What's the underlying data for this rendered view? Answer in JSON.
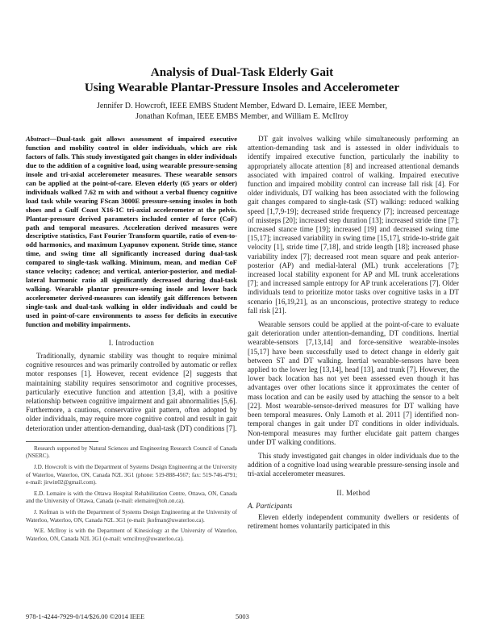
{
  "paper": {
    "title_line1": "Analysis of Dual-Task Elderly Gait",
    "title_line2": "Using Wearable Plantar-Pressure Insoles and Accelerometer",
    "authors_line1": "Jennifer D. Howcroft, IEEE EMBS Student Member, Edward D. Lemaire, IEEE Member,",
    "authors_line2": "Jonathan Kofman, IEEE EMBS Member, and William E. McIlroy"
  },
  "abstract": {
    "lead": "Abstract",
    "text": "—Dual-task gait allows assessment of impaired executive function and mobility control in older individuals, which are risk factors of falls. This study investigated gait changes in older individuals due to the addition of a cognitive load, using wearable pressure-sensing insole and tri-axial accelerometer measures. These wearable sensors can be applied at the point-of-care. Eleven elderly (65 years or older) individuals walked 7.62 m with and without a verbal fluency cognitive load task while wearing FScan 3000E pressure-sensing insoles in both shoes and a Gulf Coast X16-1C tri-axial accelerometer at the pelvis. Plantar-pressure derived parameters included center of force (CoF) path and temporal measures. Acceleration derived measures were descriptive statistics, Fast Fourier Transform quartile, ratio of even-to-odd harmonics, and maximum Lyapunov exponent. Stride time, stance time, and swing time all significantly increased during dual-task compared to single-task walking. Minimum, mean, and median CoF stance velocity; cadence; and vertical, anterior-posterior, and medial-lateral harmonic ratio all significantly decreased during dual-task walking. Wearable plantar pressure-sensing insole and lower back accelerometer derived-measures can identify gait differences between single-task and dual-task walking in older individuals and could be used in point-of-care environments to assess for deficits in executive function and mobility impairments."
  },
  "sections": {
    "intro_heading": "I. Introduction",
    "intro_p1": "Traditionally, dynamic stability was thought to require minimal cognitive resources and was primarily controlled by automatic or reflex motor responses [1]. However, recent evidence [2] suggests that maintaining stability requires sensorimotor and cognitive processes, particularly executive function and attention [3,4], with a positive relationship between cognitive impairment and gait abnormalities [5,6]. Furthermore, a cautious, conservative gait pattern, often adopted by older individuals, may require more cognitive control and result in gait deterioration under attention-demanding, dual-task (DT) conditions [7].",
    "right_p1": "DT gait involves walking while simultaneously performing an attention-demanding task and is assessed in older individuals to identify impaired executive function, particularly the inability to appropriately allocate attention [8] and increased attentional demands associated with impaired control of walking. Impaired executive function and impaired mobility control can increase fall risk [4]. For older individuals, DT walking has been associated with the following gait changes compared to single-task (ST) walking: reduced walking speed [1,7,9-19]; decreased stride frequency [7]; increased percentage of missteps [20]; increased step duration [13]; increased stride time [7]; increased stance time [19]; increased [19] and decreased swing time [15,17]; increased variability in swing time [15,17], stride-to-stride gait velocity [1], stride time [7,18], and stride length [18]; increased phase variability index [7]; decreased root mean square and peak anterior-posterior (AP) and medial-lateral (ML) trunk accelerations [7]; increased local stability exponent for AP and ML trunk accelerations [7]; and increased sample entropy for AP trunk accelerations [7]. Older individuals tend to prioritize motor tasks over cognitive tasks in a DT scenario [16,19,21], as an unconscious, protective strategy to reduce fall risk [21].",
    "right_p2": "Wearable sensors could be applied at the point-of-care to evaluate gait deterioration under attention-demanding, DT conditions. Inertial wearable-sensors [7,13,14] and force-sensitive wearable-insoles [15,17] have been successfully used to detect change in elderly gait between ST and DT walking. Inertial wearable-sensors have been applied to the lower leg [13,14], head [13], and trunk [7]. However, the lower back location has not yet been assessed even though it has advantages over other locations since it approximates the center of mass location and can be easily used by attaching the sensor to a belt [22]. Most wearable-sensor-derived measures for DT walking have been temporal measures. Only Lamoth et al. 2011 [7] identified non-temporal changes in gait under DT conditions in older individuals. Non-temporal measures may further elucidate gait pattern changes under DT walking conditions.",
    "right_p3": "This study investigated gait changes in older individuals due to the addition of a cognitive load using wearable pressure-sensing insole and tri-axial accelerometer measures.",
    "method_heading": "II. Method",
    "participants_heading": "A. Participants",
    "participants_p": "Eleven elderly independent community dwellers or residents of retirement homes voluntarily participated in this"
  },
  "footnotes": [
    "Research supported by Natural Sciences and Engineering Research Council of Canada (NSERC).",
    "J.D. Howcroft is with the Department of Systems Design Engineering at the University of Waterloo, Waterloo, ON, Canada N2L 3G1 (phone: 519-888-4567; fax: 519-746-4791; e-mail: jirwin02@gmail.com).",
    "E.D. Lemaire is with the Ottawa Hospital Rehabilitation Centre, Ottawa, ON, Canada and the University of Ottawa, Canada (e-mail: elemaire@toh.on.ca).",
    "J. Kofman is with the Department of Systems Design Engineering at the University of Waterloo, Waterloo, ON, Canada N2L 3G1 (e-mail: jkofman@uwaterloo.ca).",
    "W.E. McIlroy is with the Department of Kinesiology at the University of Waterloo, Waterloo, ON, Canada N2L 3G1 (e-mail: wmcilroy@uwaterloo.ca)."
  ],
  "footer": {
    "isbn": "978-1-4244-7929-0/14/$26.00 ©2014 IEEE",
    "page_number": "5003"
  }
}
